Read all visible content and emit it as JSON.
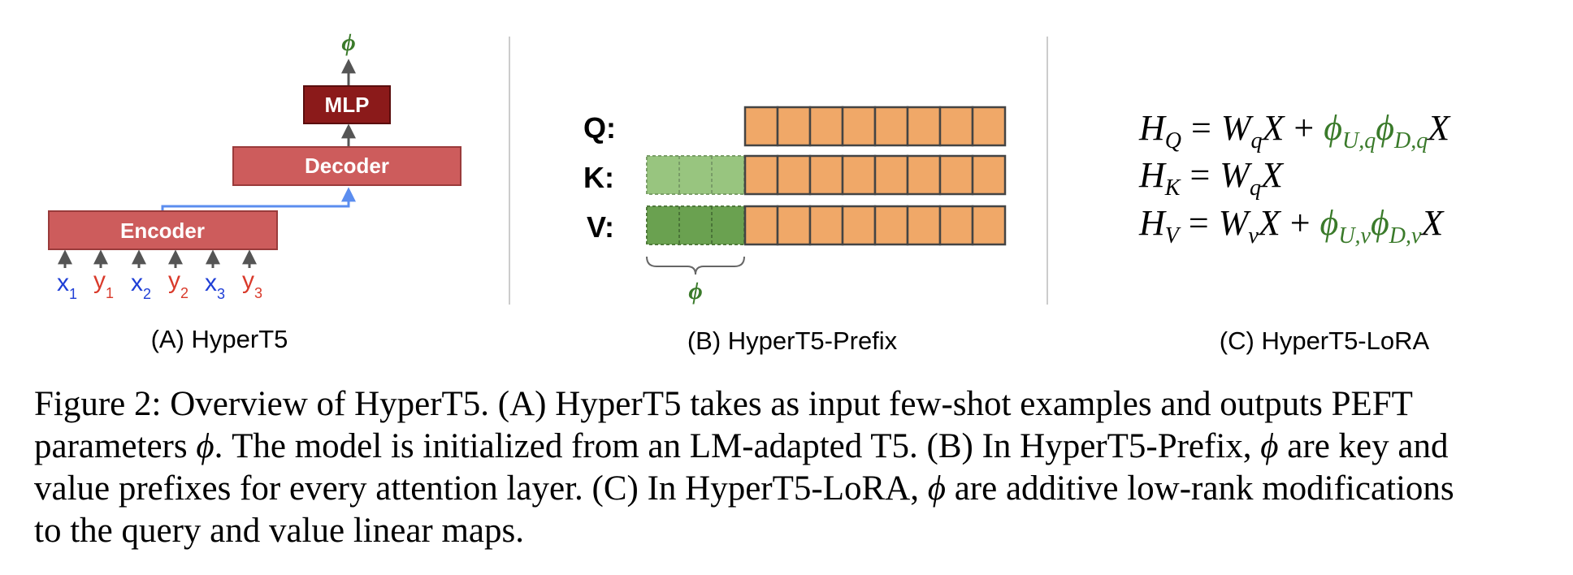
{
  "panelA": {
    "output_symbol": "ϕ",
    "mlp_label": "MLP",
    "decoder_label": "Decoder",
    "encoder_label": "Encoder",
    "inputs": [
      {
        "base": "x",
        "sub": "1"
      },
      {
        "base": "y",
        "sub": "1"
      },
      {
        "base": "x",
        "sub": "2"
      },
      {
        "base": "y",
        "sub": "2"
      },
      {
        "base": "x",
        "sub": "3"
      },
      {
        "base": "y",
        "sub": "3"
      }
    ],
    "caption": "(A) HyperT5"
  },
  "panelB": {
    "q_label": "Q:",
    "k_label": "K:",
    "v_label": "V:",
    "brace_symbol": "ϕ",
    "caption": "(B) HyperT5-Prefix"
  },
  "panelC": {
    "eq1": {
      "lhs": "H",
      "lhs_sub": "Q",
      "rhs_a": "W",
      "rhs_a_sub": "q",
      "rhs_x": "X",
      "plus": "+",
      "phi1_sub": "U,q",
      "phi2_sub": "D,q",
      "tail": "X"
    },
    "eq2": {
      "lhs": "H",
      "lhs_sub": "K",
      "rhs_a": "W",
      "rhs_a_sub": "q",
      "rhs_x": "X"
    },
    "eq3": {
      "lhs": "H",
      "lhs_sub": "V",
      "rhs_a": "W",
      "rhs_a_sub": "v",
      "rhs_x": "X",
      "plus": "+",
      "phi1_sub": "U,v",
      "phi2_sub": "D,v",
      "tail": "X"
    },
    "equals": "=",
    "phi": "ϕ",
    "caption": "(C) HyperT5-LoRA"
  },
  "caption": {
    "line1": "Figure 2: Overview of HyperT5. (A) HyperT5 takes as input few-shot examples and outputs PEFT",
    "line2_a": "parameters ",
    "line2_phi": "ϕ",
    "line2_b": ". The model is initialized from an LM-adapted T5. (B) In HyperT5-Prefix, ",
    "line2_phi2": "ϕ",
    "line2_c": " are key and",
    "line3_a": "value prefixes for every attention layer. (C) In HyperT5-LoRA, ",
    "line3_phi": "ϕ",
    "line3_b": " are additive low-rank modifications",
    "line4": "to the query and value linear maps."
  },
  "colors": {
    "block_red": "#cd5c5c",
    "block_dark_red": "#8b1a1a",
    "arrow_gray": "#555555",
    "skip_blue": "#5b8def",
    "x_blue": "#1f3fd6",
    "y_red": "#d93a2b",
    "phi_green": "#3a7a2a",
    "orange": "#f0a868",
    "light_green": "#98c57f",
    "dark_green": "#6aa150",
    "divider": "#cccccc"
  }
}
